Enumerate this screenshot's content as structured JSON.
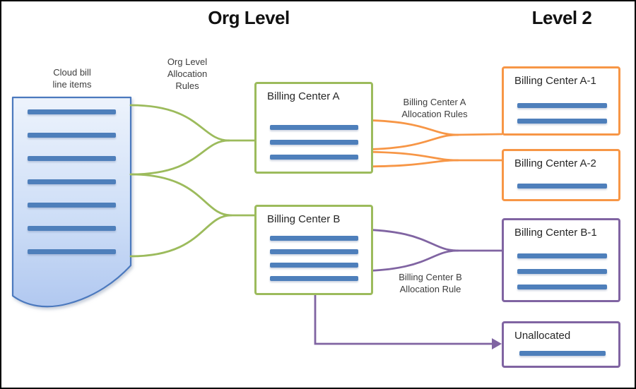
{
  "header": {
    "org_level_title": "Org Level",
    "level2_title": "Level 2"
  },
  "document": {
    "label": "Cloud bill\nline items",
    "line_count": 7
  },
  "annotations": {
    "org_rules": "Org Level\nAllocation\nRules",
    "bca_rules": "Billing Center A\nAllocation Rules",
    "bcb_rule": "Billing Center B\nAllocation Rule"
  },
  "boxes": {
    "a": {
      "label": "Billing Center A",
      "line_count": 3
    },
    "b": {
      "label": "Billing Center B",
      "line_count": 4
    },
    "a1": {
      "label": "Billing Center A-1",
      "line_count": 2
    },
    "a2": {
      "label": "Billing Center A-2",
      "line_count": 1
    },
    "b1": {
      "label": "Billing Center B-1",
      "line_count": 3
    },
    "unallocated": {
      "label": "Unallocated",
      "line_count": 1
    }
  },
  "colors": {
    "org_level_connector": "#9CBB5C",
    "center_a_connector": "#F79646",
    "center_b_connector": "#8064A2",
    "data_line": "#4E7FBB",
    "document_fill_top": "#ECF2FC",
    "document_fill_bottom": "#B3C9F0",
    "document_border": "#4B79BE",
    "frame_border": "#000000"
  }
}
